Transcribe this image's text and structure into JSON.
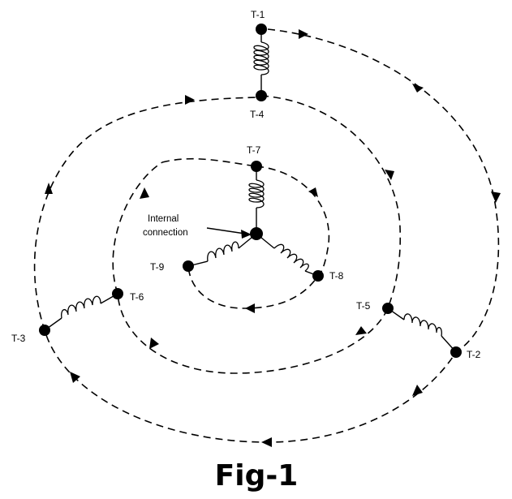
{
  "terminals": {
    "t1": "T-1",
    "t2": "T-2",
    "t3": "T-3",
    "t4": "T-4",
    "t5": "T-5",
    "t6": "T-6",
    "t7": "T-7",
    "t8": "T-8",
    "t9": "T-9"
  },
  "annotation": {
    "line1": "Internal",
    "line2": "connection"
  },
  "caption": "Fig-1"
}
